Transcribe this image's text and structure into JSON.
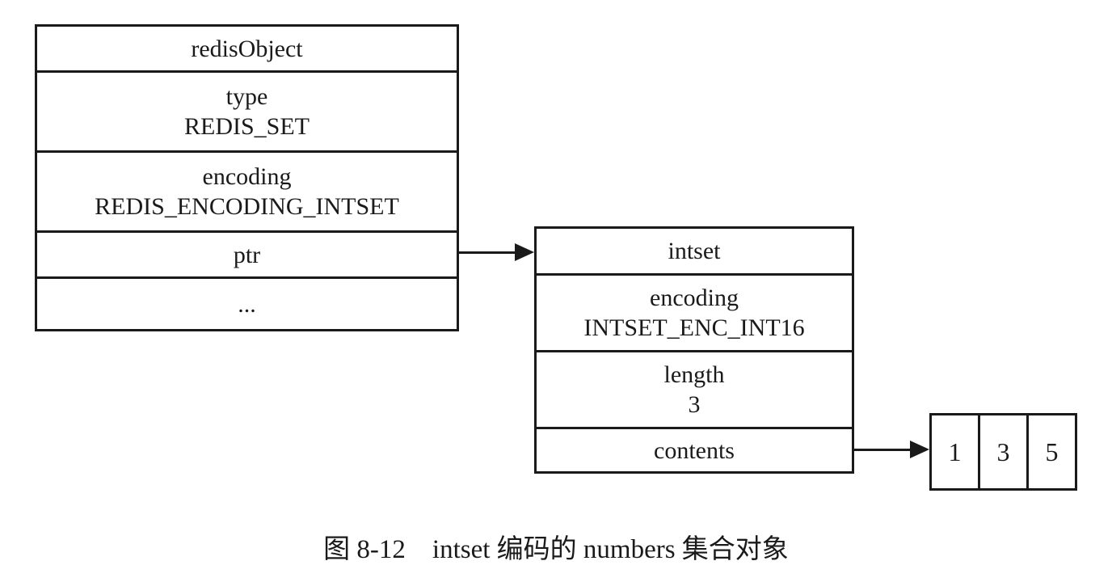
{
  "redis_object_box": {
    "rows": [
      {
        "lines": [
          "redisObject"
        ]
      },
      {
        "lines": [
          "type",
          "REDIS_SET"
        ]
      },
      {
        "lines": [
          "encoding",
          "REDIS_ENCODING_INTSET"
        ]
      },
      {
        "lines": [
          "ptr"
        ]
      },
      {
        "lines": [
          "..."
        ]
      }
    ]
  },
  "intset_box": {
    "rows": [
      {
        "lines": [
          "intset"
        ]
      },
      {
        "lines": [
          "encoding",
          "INTSET_ENC_INT16"
        ]
      },
      {
        "lines": [
          "length",
          "3"
        ]
      },
      {
        "lines": [
          "contents"
        ]
      }
    ]
  },
  "contents_array": {
    "cells": [
      "1",
      "3",
      "5"
    ]
  },
  "caption": "图 8-12　intset 编码的 numbers 集合对象",
  "colors": {
    "ink": "#1a1a1a",
    "background": "#ffffff"
  }
}
